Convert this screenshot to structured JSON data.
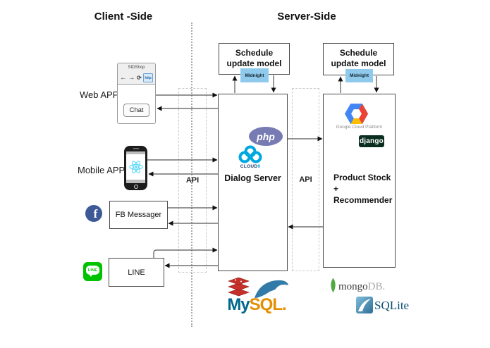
{
  "titles": {
    "client": "Client -Side",
    "server": "Server-Side"
  },
  "client": {
    "web_app_label": "Web APP",
    "browser": {
      "title": "SIDShop",
      "back_icon": "←",
      "forward_icon": "→",
      "refresh_icon": "⟳",
      "url_badge": "http",
      "chat_button": "Chat"
    },
    "mobile_app_label": "Mobile APP",
    "facebook_letter": "f",
    "fb_box_label": "FB Messager",
    "line_icon_text": "LINE",
    "line_box_label": "LINE"
  },
  "api": {
    "left_label": "API",
    "right_label": "API"
  },
  "dialog_server": {
    "php_label": "php",
    "cloud9_word": "CLOUD",
    "cloud9_digit": "9",
    "title": "Dialog Server"
  },
  "schedule_left": {
    "line1": "Schedule",
    "line2": "update model",
    "badge": "Midnight"
  },
  "schedule_right": {
    "line1": "Schedule",
    "line2": "update model",
    "badge": "Midnight"
  },
  "product_server": {
    "gcp_label": "Google Cloud Platform",
    "django_label": "django",
    "line1": "Product Stock",
    "line2": "+ Recommender"
  },
  "databases": {
    "mysql_my": "My",
    "mysql_sql": "SQL.",
    "mongodb_mongo": "mongo",
    "mongodb_db": "DB.",
    "sqlite_label": "SQLite"
  },
  "colors": {
    "php_purple": "#777BB3",
    "django_green": "#092E20",
    "line_green": "#00C300",
    "facebook_blue": "#3D5A96",
    "react_blue": "#61DAFB",
    "midnight_blue": "#8FCAEC",
    "cloud9_blue": "#00A7E1",
    "cloud9_navy": "#1B3A6B",
    "mysql_blue": "#00678C",
    "mysql_orange": "#E48E00",
    "mongodb_leaf_green": "#4FAA41",
    "mongodb_text_gray": "#403E3D",
    "mongodb_db_gray": "#A7A9AC",
    "sqlite_navy": "#0B4E6F",
    "redis_red": "#C6302B",
    "gcp_blue": "#4285F4",
    "gcp_red": "#EA4335",
    "gcp_yellow": "#FBBC05"
  }
}
